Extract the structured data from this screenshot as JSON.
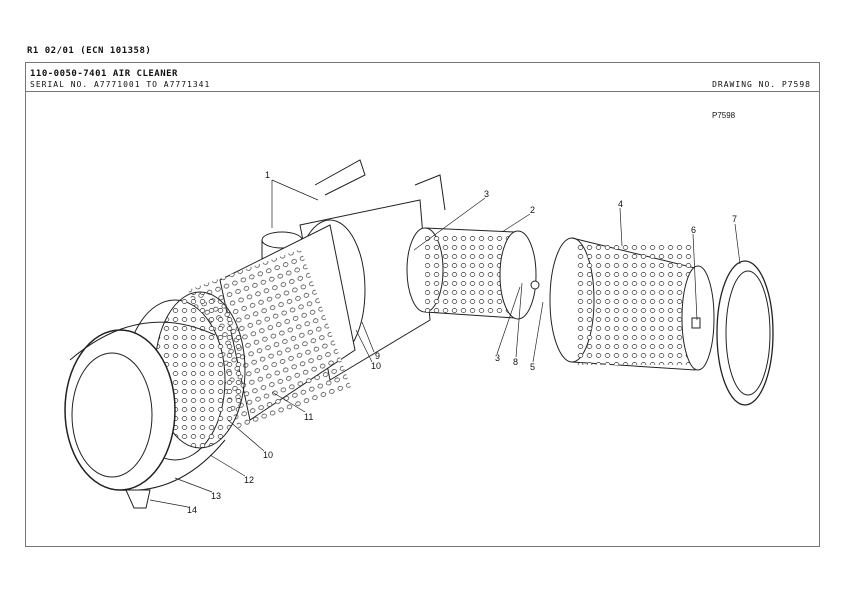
{
  "revision": "R1 02/01 (ECN 101358)",
  "header": {
    "title": "110-0050-7401 AIR CLEANER",
    "serial": "SERIAL NO. A7771001 TO A7771341",
    "drawing_no": "DRAWING NO. P7598"
  },
  "drawing_ref": "P7598",
  "callouts": [
    "1",
    "2",
    "3",
    "3",
    "4",
    "5",
    "6",
    "7",
    "8",
    "9",
    "10",
    "10",
    "11",
    "12",
    "13",
    "14"
  ]
}
